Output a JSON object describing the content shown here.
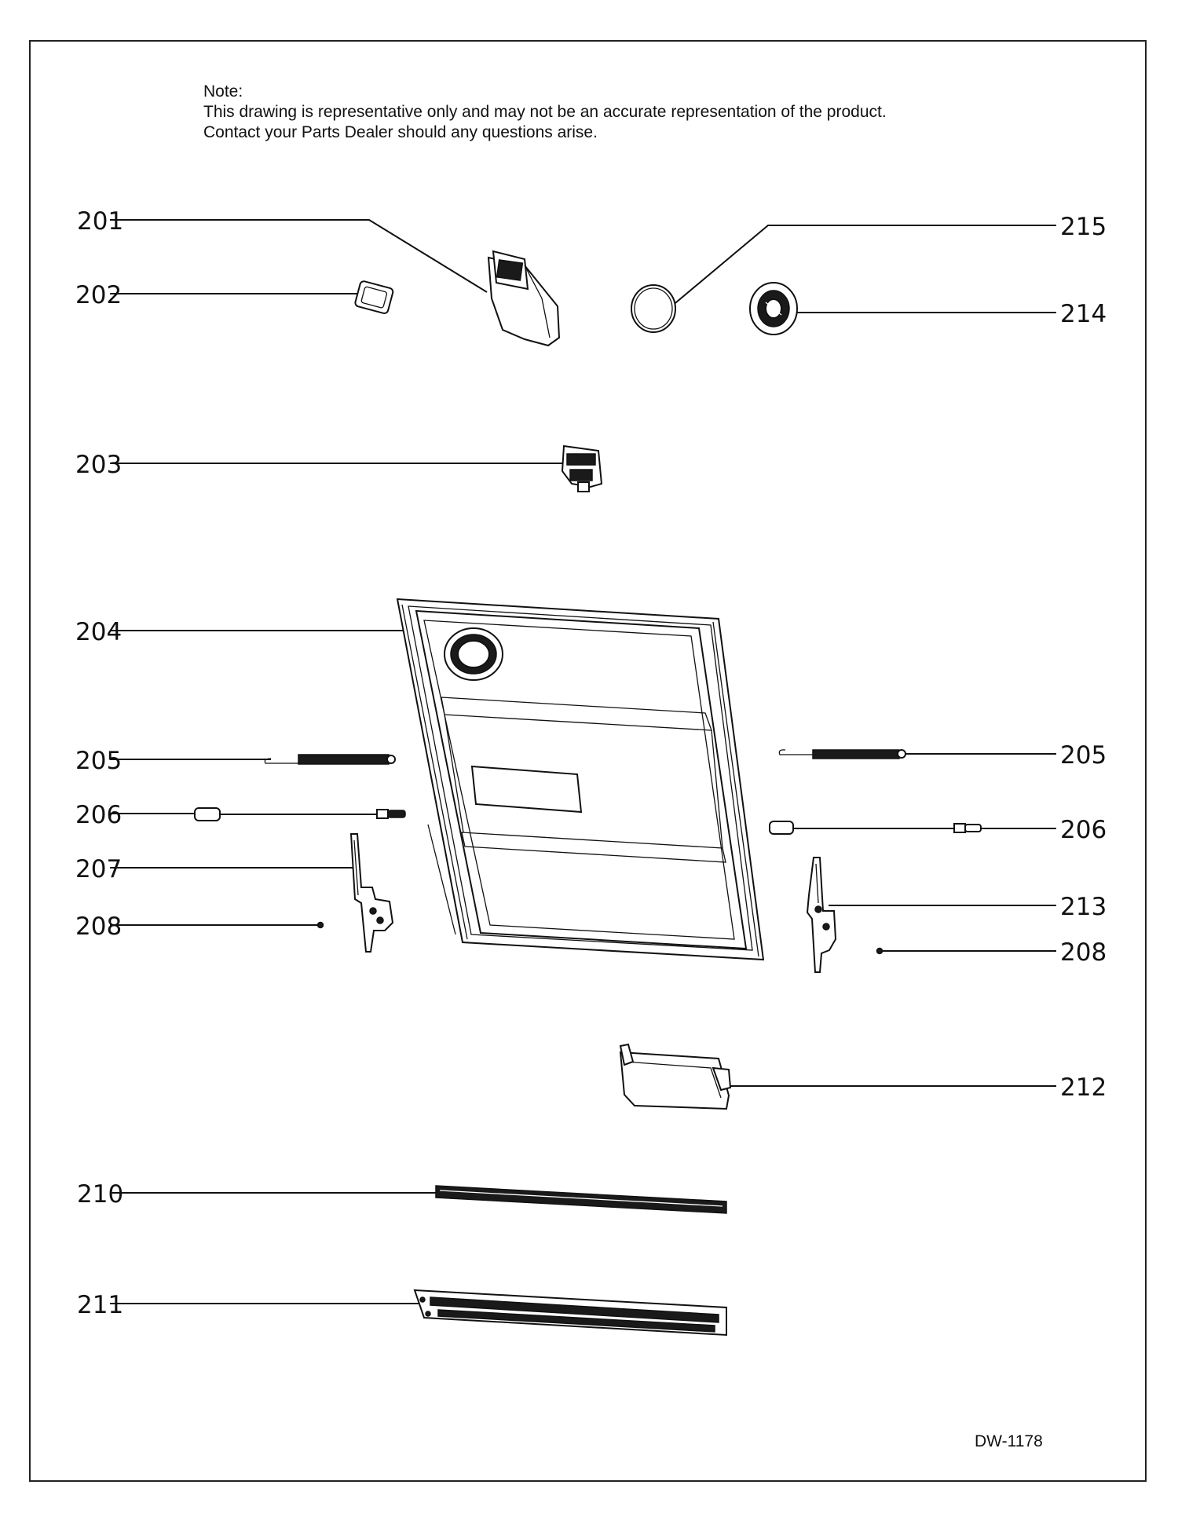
{
  "note": {
    "heading": "Note:",
    "line1": "This drawing is representative only and may not be an accurate representation of the product.",
    "line2": "Contact your Parts Dealer should any questions arise."
  },
  "callouts": {
    "c201": "201",
    "c202": "202",
    "c203": "203",
    "c204": "204",
    "c205_left": "205",
    "c205_right": "205",
    "c206_left": "206",
    "c206_right": "206",
    "c207": "207",
    "c208_left": "208",
    "c208_right": "208",
    "c210": "210",
    "c211": "211",
    "c212": "212",
    "c213": "213",
    "c214": "214",
    "c215": "215"
  },
  "drawing_id": "DW-1178"
}
